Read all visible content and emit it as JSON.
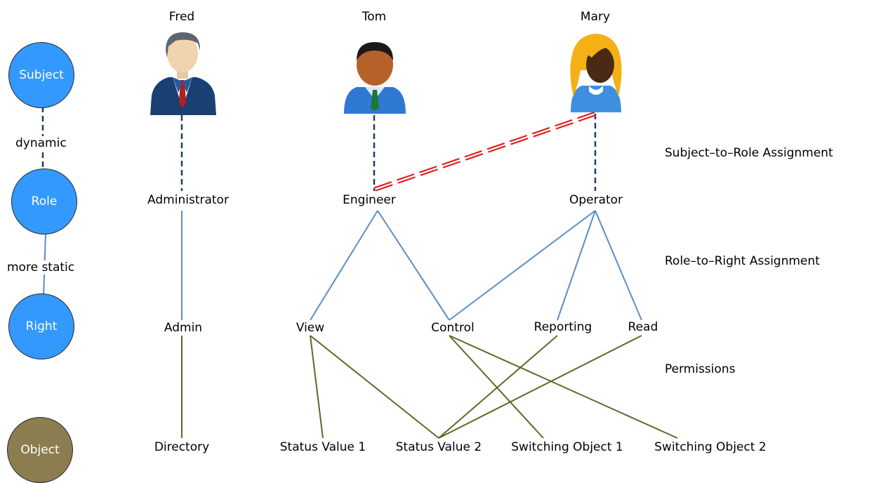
{
  "legend": {
    "circles": [
      {
        "id": "subject",
        "label": "Subject",
        "color": "#3399ff"
      },
      {
        "id": "role",
        "label": "Role",
        "color": "#3399ff"
      },
      {
        "id": "right",
        "label": "Right",
        "color": "#3399ff"
      },
      {
        "id": "object",
        "label": "Object",
        "color": "#8b7d4f"
      }
    ],
    "link_labels": {
      "subject_role": "dynamic",
      "role_right": "more static"
    }
  },
  "subjects": [
    {
      "id": "fred",
      "name": "Fred",
      "icon": "businessman-icon"
    },
    {
      "id": "tom",
      "name": "Tom",
      "icon": "engineer-person-icon"
    },
    {
      "id": "mary",
      "name": "Mary",
      "icon": "woman-person-icon"
    }
  ],
  "roles": [
    {
      "id": "administrator",
      "label": "Administrator"
    },
    {
      "id": "engineer",
      "label": "Engineer"
    },
    {
      "id": "operator",
      "label": "Operator"
    }
  ],
  "rights": [
    {
      "id": "admin",
      "label": "Admin"
    },
    {
      "id": "view",
      "label": "View"
    },
    {
      "id": "control",
      "label": "Control"
    },
    {
      "id": "reporting",
      "label": "Reporting"
    },
    {
      "id": "read",
      "label": "Read"
    }
  ],
  "objects": [
    {
      "id": "directory",
      "label": "Directory"
    },
    {
      "id": "status1",
      "label": "Status Value 1"
    },
    {
      "id": "status2",
      "label": "Status Value 2"
    },
    {
      "id": "switch1",
      "label": "Switching Object 1"
    },
    {
      "id": "switch2",
      "label": "Switching Object 2"
    }
  ],
  "annotations": {
    "subject_to_role": "Subject–to–Role Assignment",
    "role_to_right": "Role–to–Right Assignment",
    "permissions": "Permissions"
  },
  "colors": {
    "subject_role_link": "#1f3d66",
    "dynamic_assignment": "#e02020",
    "role_right_link": "#5b8cc8",
    "permission_link": "#5a6a2a"
  },
  "edges": {
    "subject_role": [
      [
        "fred",
        "administrator"
      ],
      [
        "tom",
        "engineer"
      ],
      [
        "mary",
        "operator"
      ]
    ],
    "dynamic_subject_role": [
      [
        "mary",
        "engineer"
      ]
    ],
    "role_right": [
      [
        "administrator",
        "admin"
      ],
      [
        "engineer",
        "view"
      ],
      [
        "engineer",
        "control"
      ],
      [
        "operator",
        "control"
      ],
      [
        "operator",
        "reporting"
      ],
      [
        "operator",
        "read"
      ]
    ],
    "permissions": [
      [
        "admin",
        "directory"
      ],
      [
        "view",
        "status1"
      ],
      [
        "view",
        "status2"
      ],
      [
        "control",
        "switch1"
      ],
      [
        "control",
        "switch2"
      ],
      [
        "reporting",
        "status2"
      ],
      [
        "read",
        "status2"
      ]
    ]
  }
}
